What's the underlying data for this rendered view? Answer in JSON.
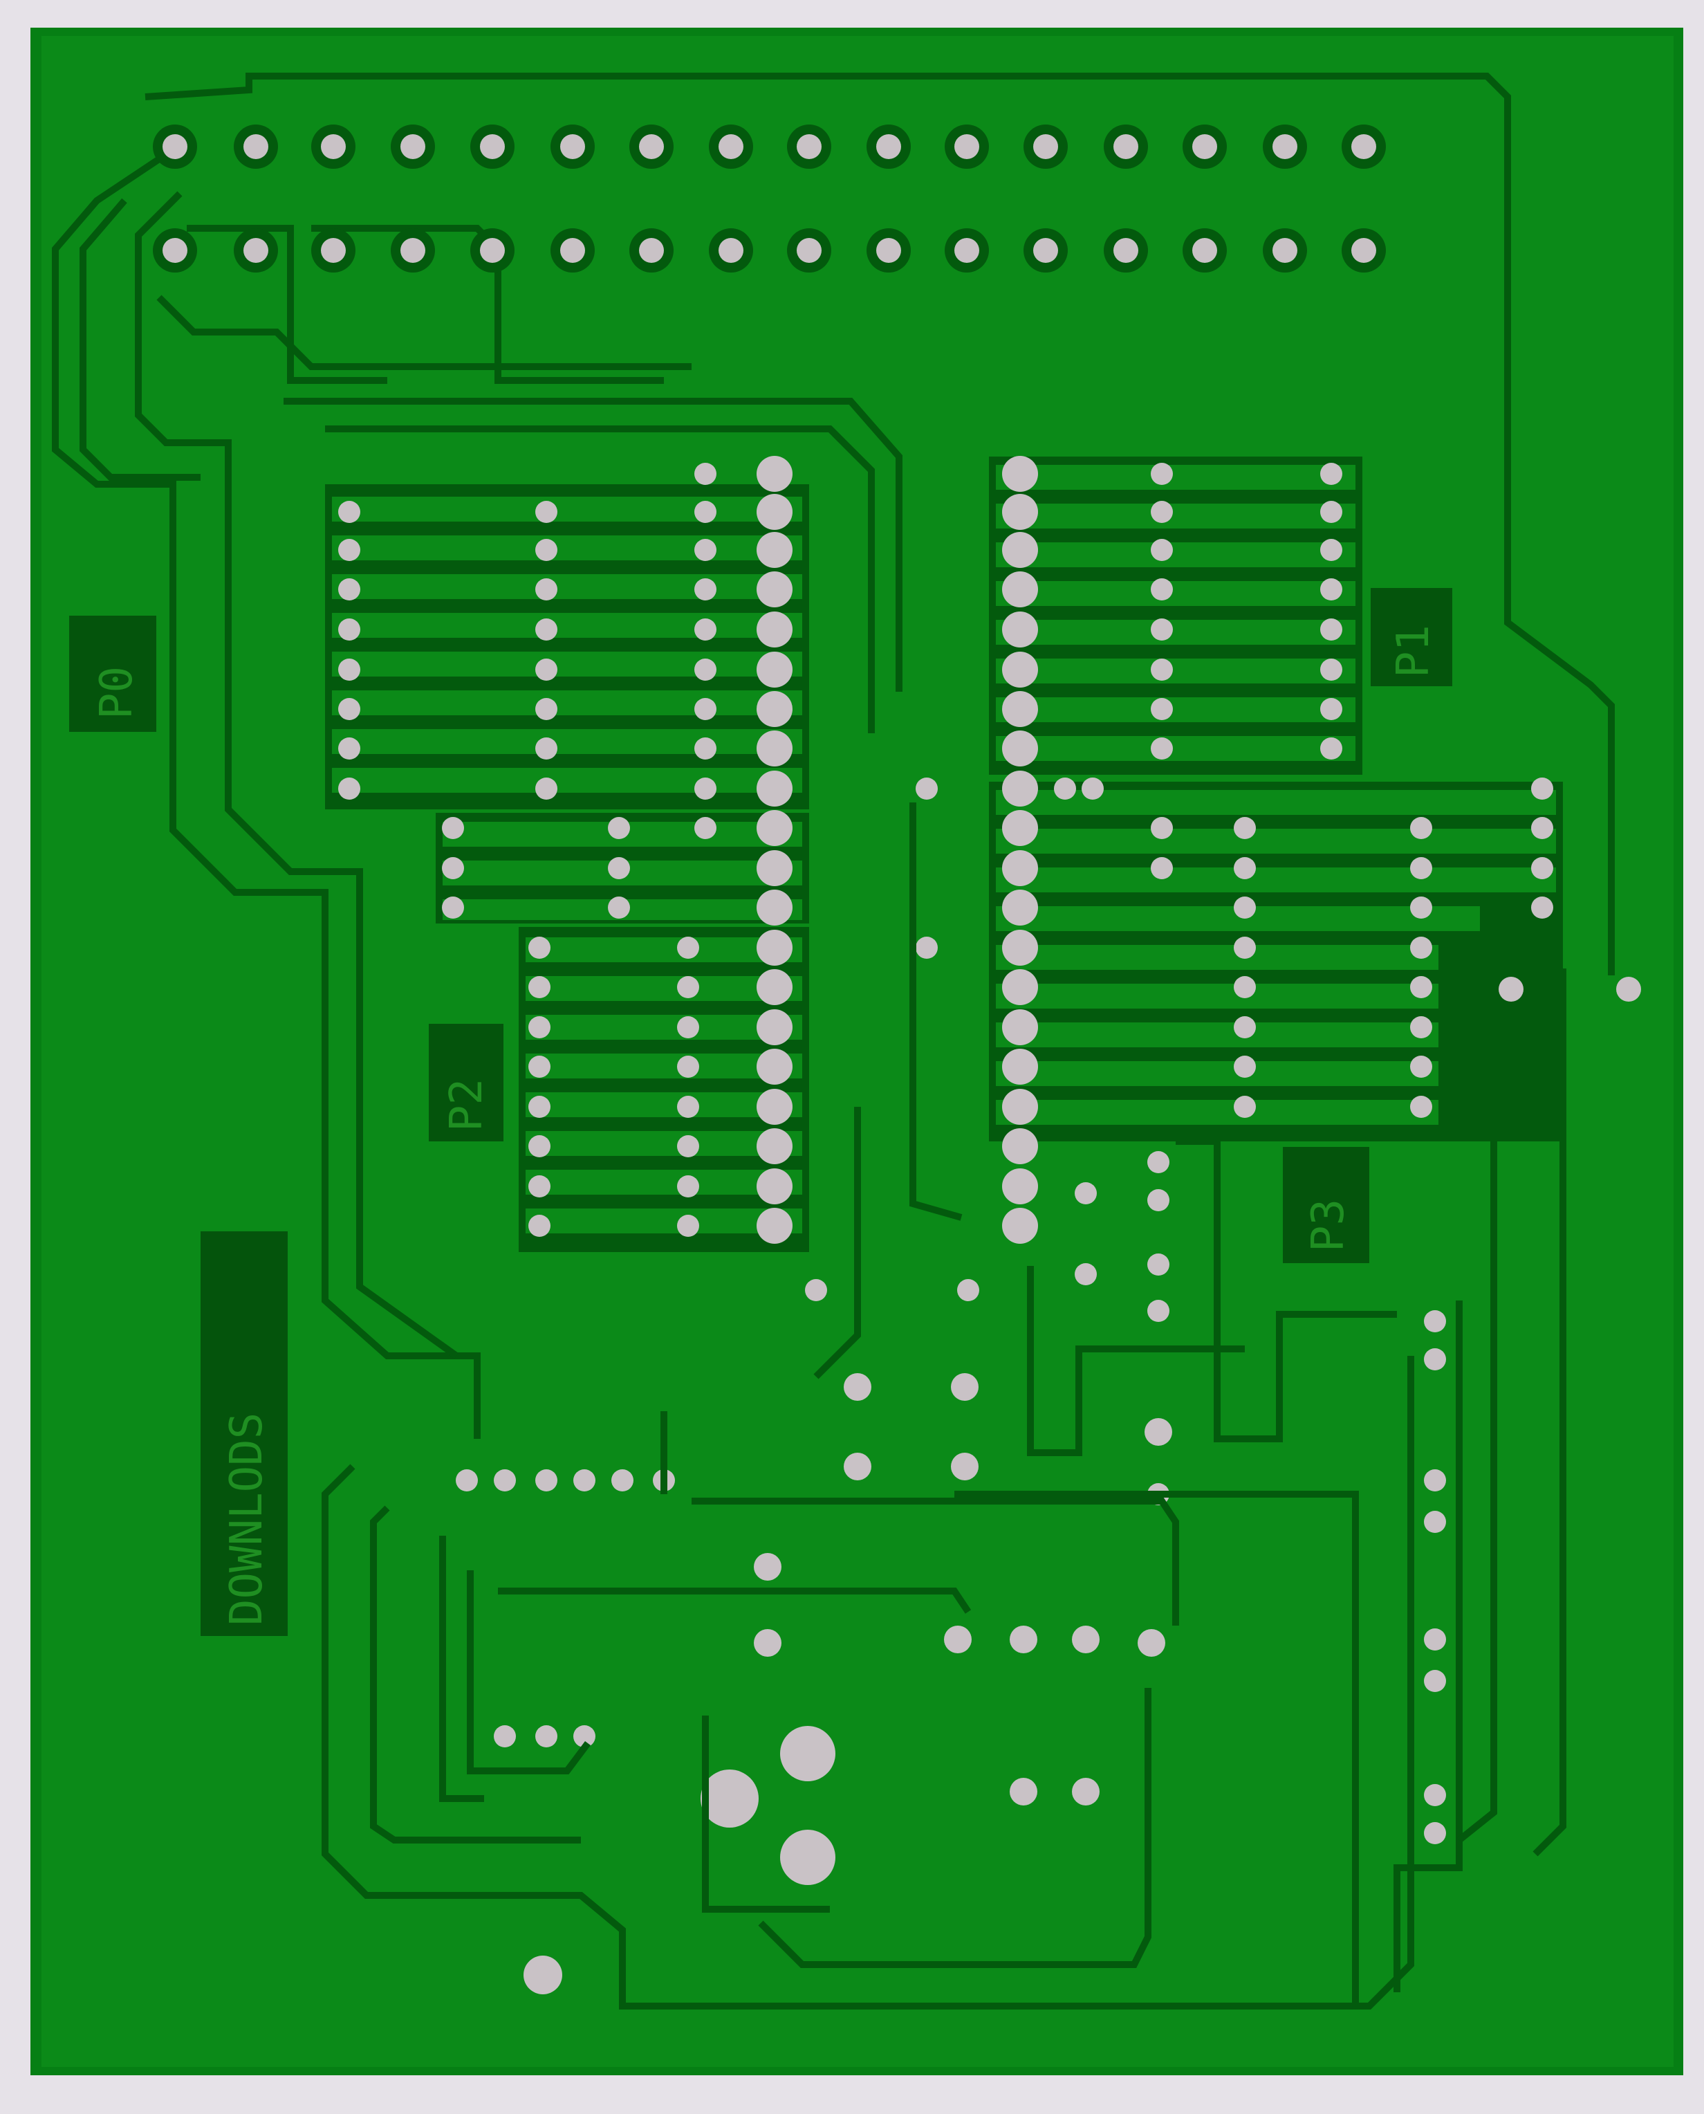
{
  "board": {
    "colors": {
      "background": "#e6e2e8",
      "soldermask": "#0b8a18",
      "trace_gap": "#035a0d",
      "silk_block": "#04540c",
      "silk_text": "#1e9424",
      "pad": "#c9c2c6"
    },
    "labels": {
      "p0": "P0",
      "p1": "P1",
      "p2": "P2",
      "p3": "P3",
      "downloads": "DOWNLODS"
    }
  }
}
